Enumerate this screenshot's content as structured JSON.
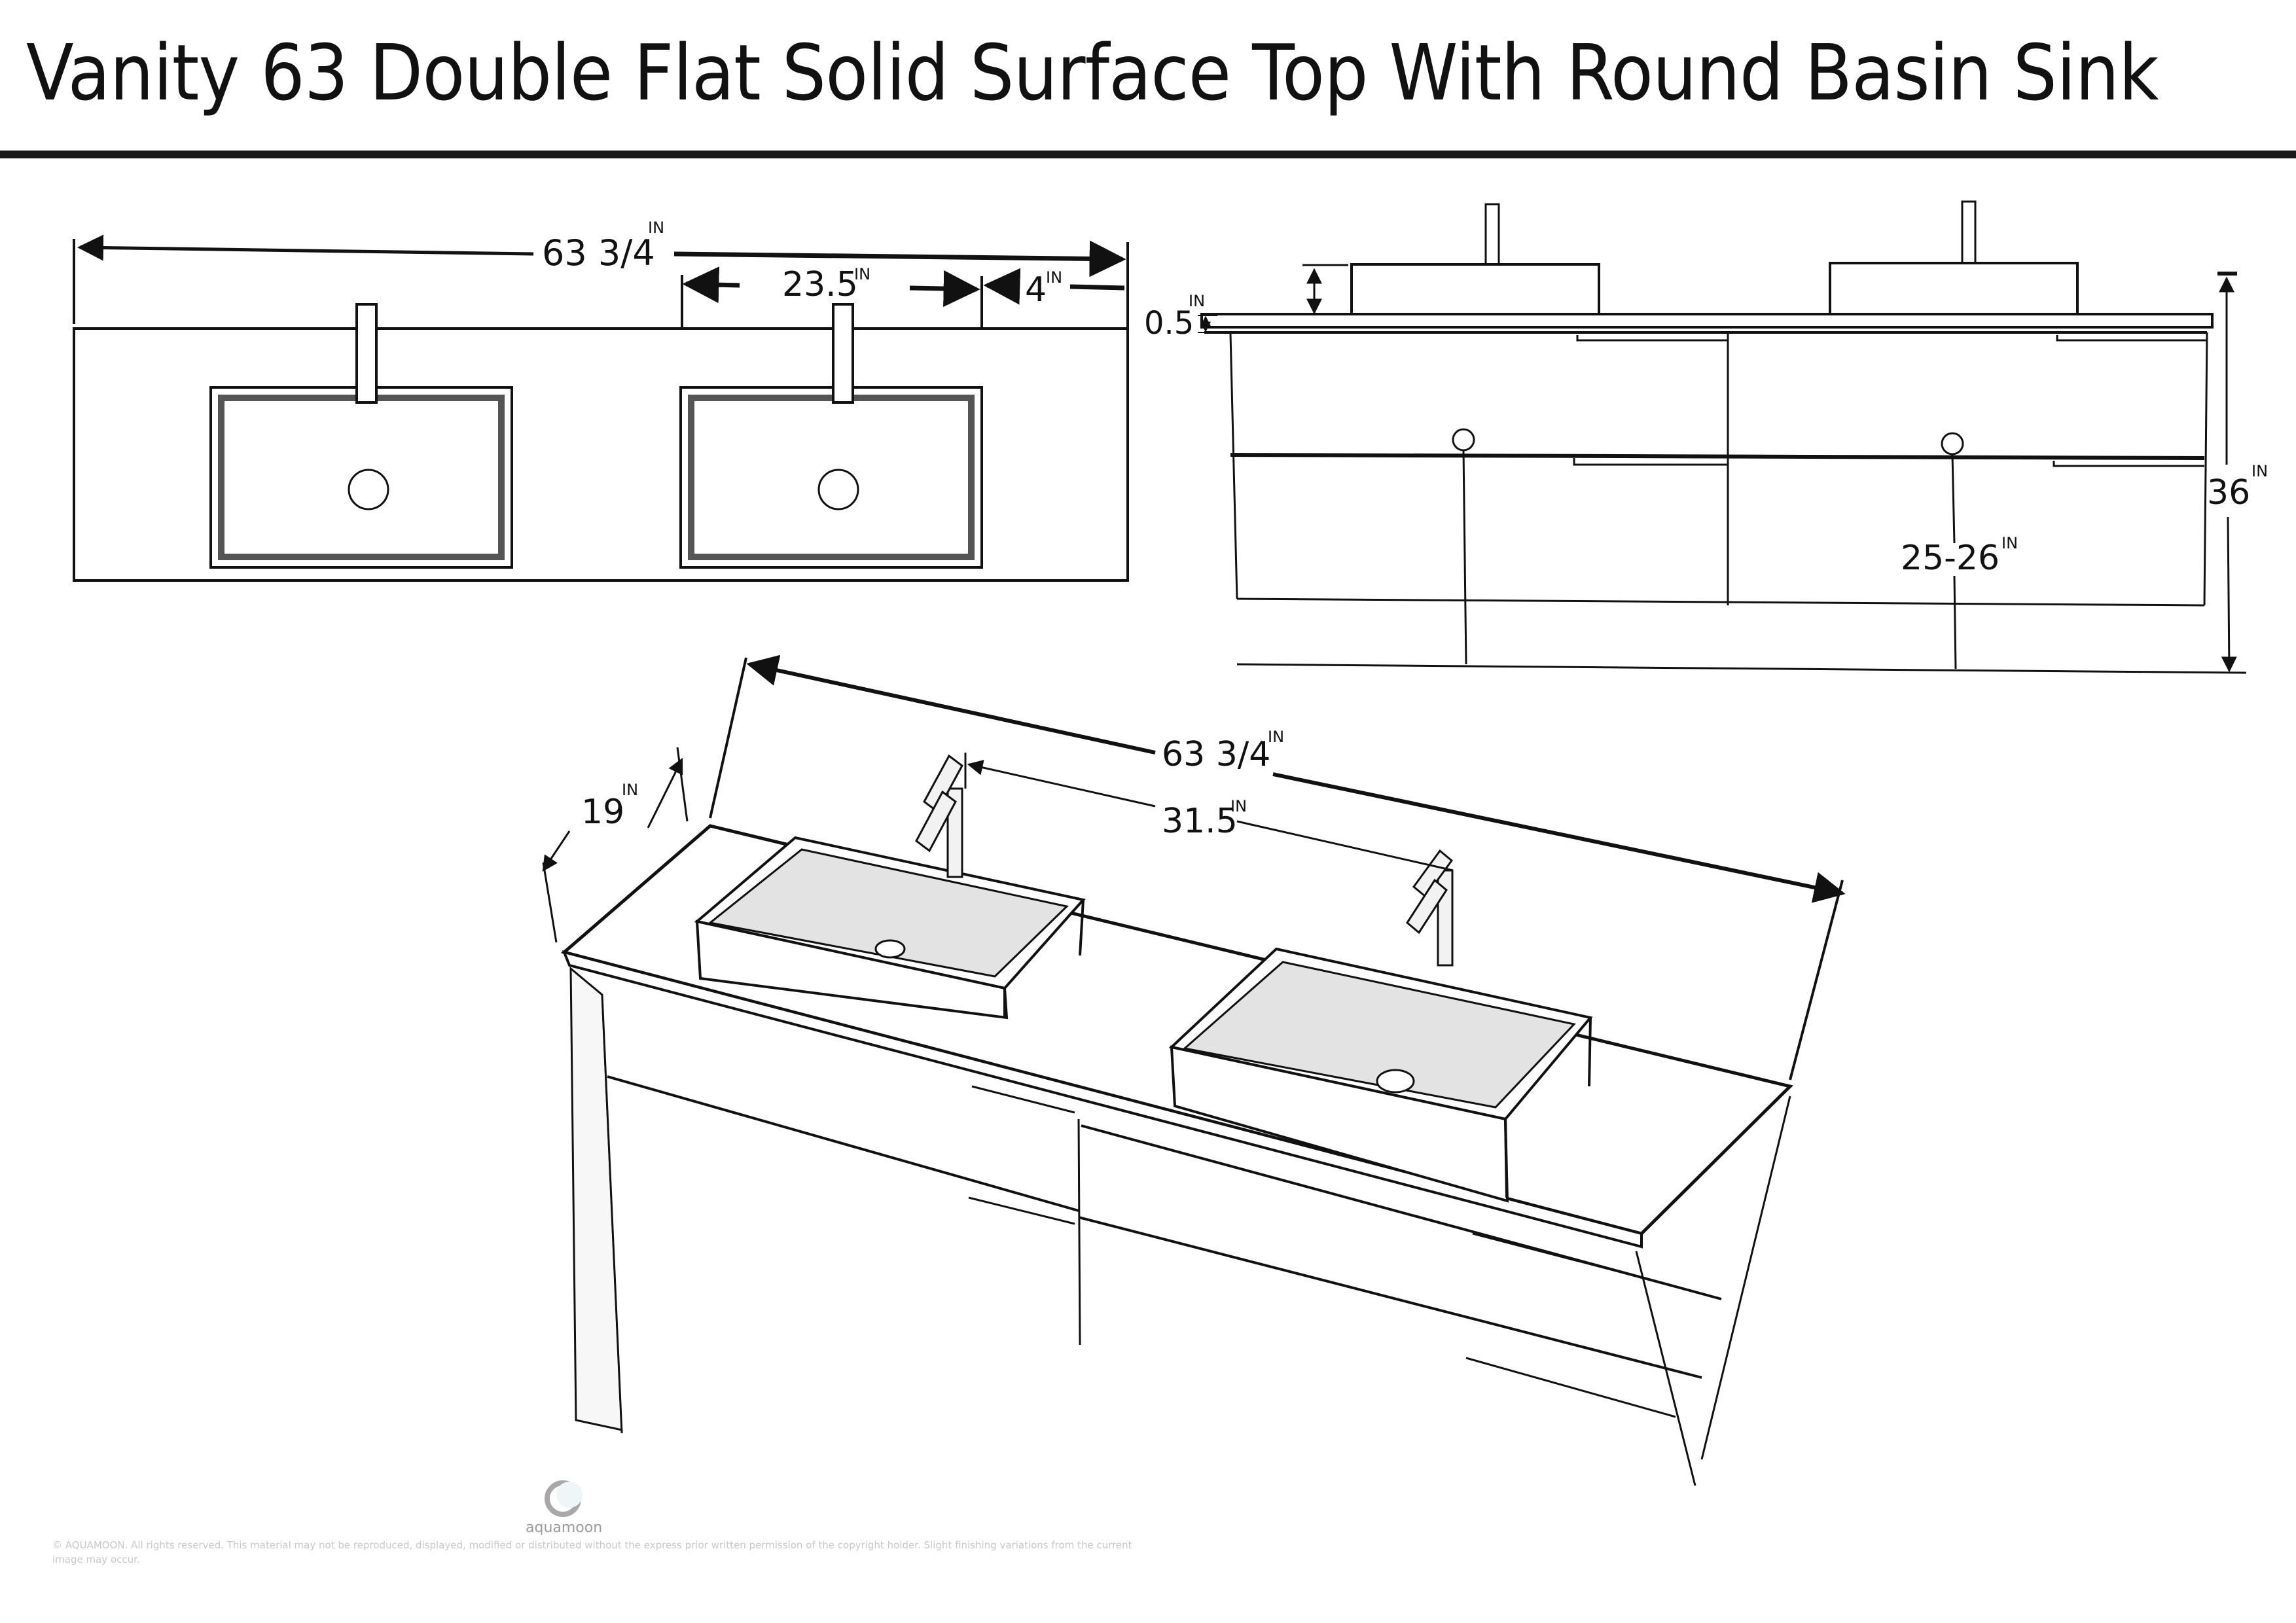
{
  "header": {
    "title": "Vanity 63 Double Flat Solid Surface Top With Round Basin Sink"
  },
  "top_view": {
    "overall_width": "63 3/4",
    "basin_offset": "23.5",
    "edge_offset": "4",
    "unit": "IN"
  },
  "front_view": {
    "top_thickness": "0.5",
    "overall_height": "36",
    "drain_height": "25-26",
    "unit": "IN"
  },
  "iso_view": {
    "overall_width": "63 3/4",
    "depth": "19",
    "faucet_spacing": "31.5",
    "unit": "IN"
  },
  "footer": {
    "logo": "aquamoon",
    "copyright": "© AQUAMOON. All rights reserved. This material may not be reproduced, displayed, modified or distributed without the express prior written permission of the copyright holder. Slight finishing variations from the current image may occur."
  },
  "colors": {
    "line": "#111111",
    "basin_interior": "#dcdcdc",
    "rule": "#1a1a1a"
  }
}
